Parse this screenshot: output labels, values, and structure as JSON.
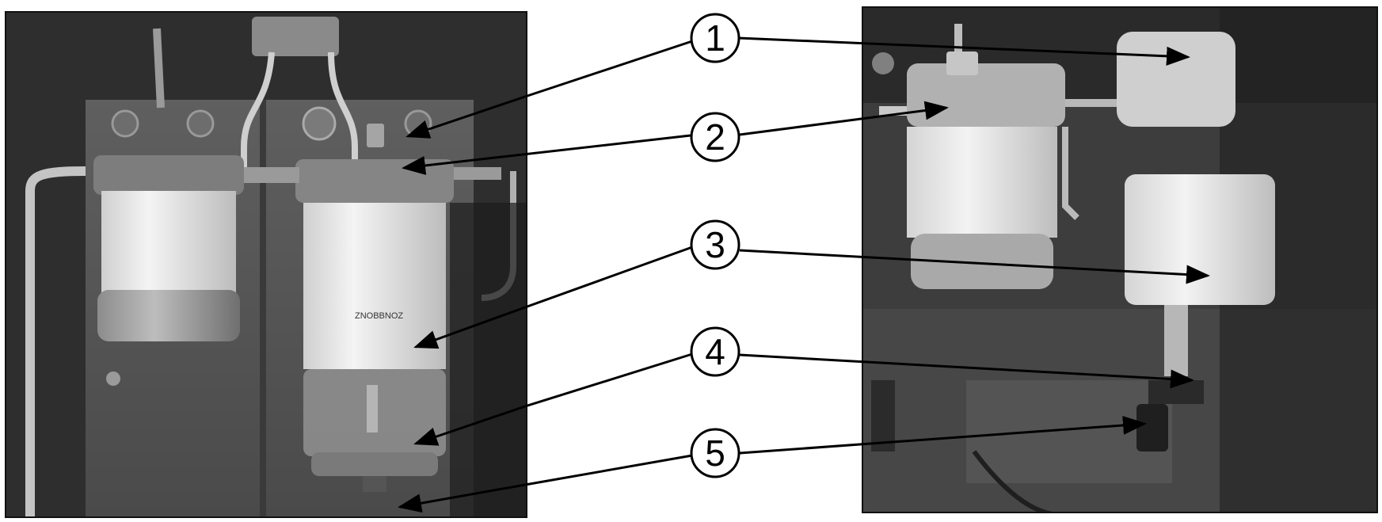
{
  "callouts": [
    {
      "number": "1"
    },
    {
      "number": "2"
    },
    {
      "number": "3"
    },
    {
      "number": "4"
    },
    {
      "number": "5"
    }
  ],
  "left_photo": {
    "filter_label_text": "ZNOBBNOZ"
  }
}
